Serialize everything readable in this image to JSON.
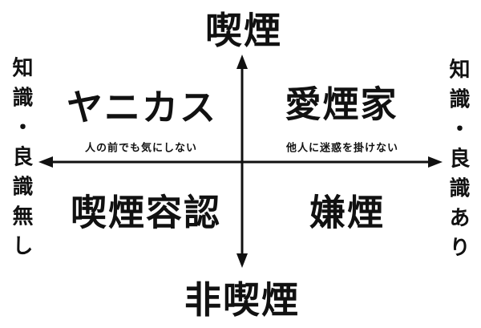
{
  "diagram": {
    "axis_top_label": "喫煙",
    "axis_bottom_label": "非喫煙",
    "axis_left_label": "知識・良識無し",
    "axis_right_label": "知識・良識あり",
    "quadrants": {
      "top_left": "ヤニカス",
      "top_right": "愛煙家",
      "bottom_left": "喫煙容認",
      "bottom_right": "嫌煙"
    },
    "annotations": {
      "left_of_axis": "人の前でも気にしない",
      "right_of_axis": "他人に迷惑を掛けない"
    },
    "colors": {
      "background": "#ffffff",
      "text": "#111111",
      "axis": "#111111"
    }
  }
}
